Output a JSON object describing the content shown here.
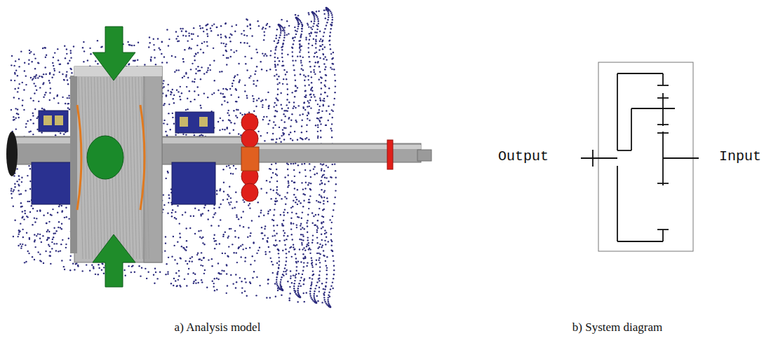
{
  "diagram": {
    "labels": [
      "Output",
      "Input",
      "a) Analysis model",
      "b) System diagram"
    ]
  }
}
